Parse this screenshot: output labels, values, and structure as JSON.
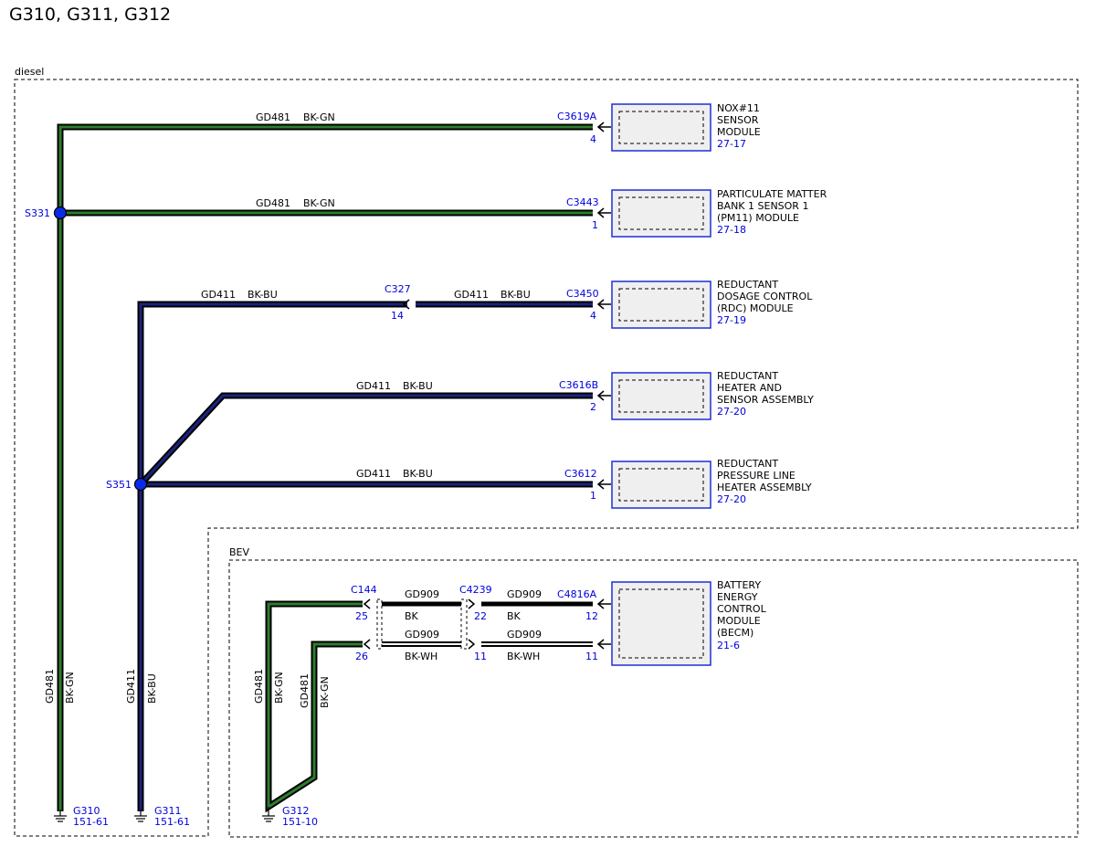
{
  "title": "G310, G311, G312",
  "regions": {
    "diesel": "diesel",
    "bev": "BEV"
  },
  "splices": {
    "s331": "S331",
    "s351": "S351"
  },
  "wires": {
    "w_gd481_top": {
      "circuit": "GD481",
      "color": "BK-GN"
    },
    "w_gd481_s331": {
      "circuit": "GD481",
      "color": "BK-GN"
    },
    "w_gd411_c327_left": {
      "circuit": "GD411",
      "color": "BK-BU"
    },
    "w_gd411_c327_right": {
      "circuit": "GD411",
      "color": "BK-BU"
    },
    "w_gd411_heater": {
      "circuit": "GD411",
      "color": "BK-BU"
    },
    "w_gd411_pressure": {
      "circuit": "GD411",
      "color": "BK-BU"
    },
    "w_vert_g310": {
      "circuit": "GD481",
      "color": "BK-GN"
    },
    "w_vert_g311": {
      "circuit": "GD411",
      "color": "BK-BU"
    },
    "w_vert_g312_a": {
      "circuit": "GD481",
      "color": "BK-GN"
    },
    "w_vert_g312_b": {
      "circuit": "GD481",
      "color": "BK-GN"
    },
    "w_bev_1a": {
      "circuit": "GD909",
      "color": "BK"
    },
    "w_bev_1b": {
      "circuit": "GD909",
      "color": "BK"
    },
    "w_bev_2a": {
      "circuit": "GD909",
      "color": "BK-WH"
    },
    "w_bev_2b": {
      "circuit": "GD909",
      "color": "BK-WH"
    }
  },
  "connectors": {
    "c3619a": {
      "name": "C3619A",
      "pin": "4"
    },
    "c3443": {
      "name": "C3443",
      "pin": "1"
    },
    "c327": {
      "name": "C327",
      "pin": "14"
    },
    "c3450": {
      "name": "C3450",
      "pin": "4"
    },
    "c3616b": {
      "name": "C3616B",
      "pin": "2"
    },
    "c3612": {
      "name": "C3612",
      "pin": "1"
    },
    "c144": {
      "name": "C144",
      "pin_a": "25",
      "pin_b": "26"
    },
    "c4239": {
      "name": "C4239",
      "pin_a": "22",
      "pin_b": "11"
    },
    "c4816a": {
      "name": "C4816A",
      "pin_a": "12",
      "pin_b": "11"
    }
  },
  "modules": {
    "nox": {
      "lines": [
        "NOX#11",
        "SENSOR",
        "MODULE"
      ],
      "ref": "27-17"
    },
    "pm": {
      "lines": [
        "PARTICULATE MATTER",
        "BANK 1 SENSOR 1",
        "(PM11) MODULE"
      ],
      "ref": "27-18"
    },
    "rdc": {
      "lines": [
        "REDUCTANT",
        "DOSAGE CONTROL",
        "(RDC) MODULE"
      ],
      "ref": "27-19"
    },
    "heater": {
      "lines": [
        "REDUCTANT",
        "HEATER AND",
        "SENSOR ASSEMBLY"
      ],
      "ref": "27-20"
    },
    "pressure": {
      "lines": [
        "REDUCTANT",
        "PRESSURE LINE",
        "HEATER ASSEMBLY"
      ],
      "ref": "27-20"
    },
    "becm": {
      "lines": [
        "BATTERY",
        "ENERGY",
        "CONTROL",
        "MODULE",
        "(BECM)"
      ],
      "ref": "21-6"
    }
  },
  "grounds": {
    "g310": {
      "name": "G310",
      "ref": "151-61"
    },
    "g311": {
      "name": "G311",
      "ref": "151-61"
    },
    "g312": {
      "name": "G312",
      "ref": "151-10"
    }
  },
  "colors": {
    "bk_gn": "#2e7d2e",
    "bk_bu": "#1a237e",
    "bk_wh": "#ffffff",
    "bk": "#000000",
    "label_blue": "#0000dd",
    "module_fill": "#efefef",
    "module_border": "#1e2fd6"
  }
}
